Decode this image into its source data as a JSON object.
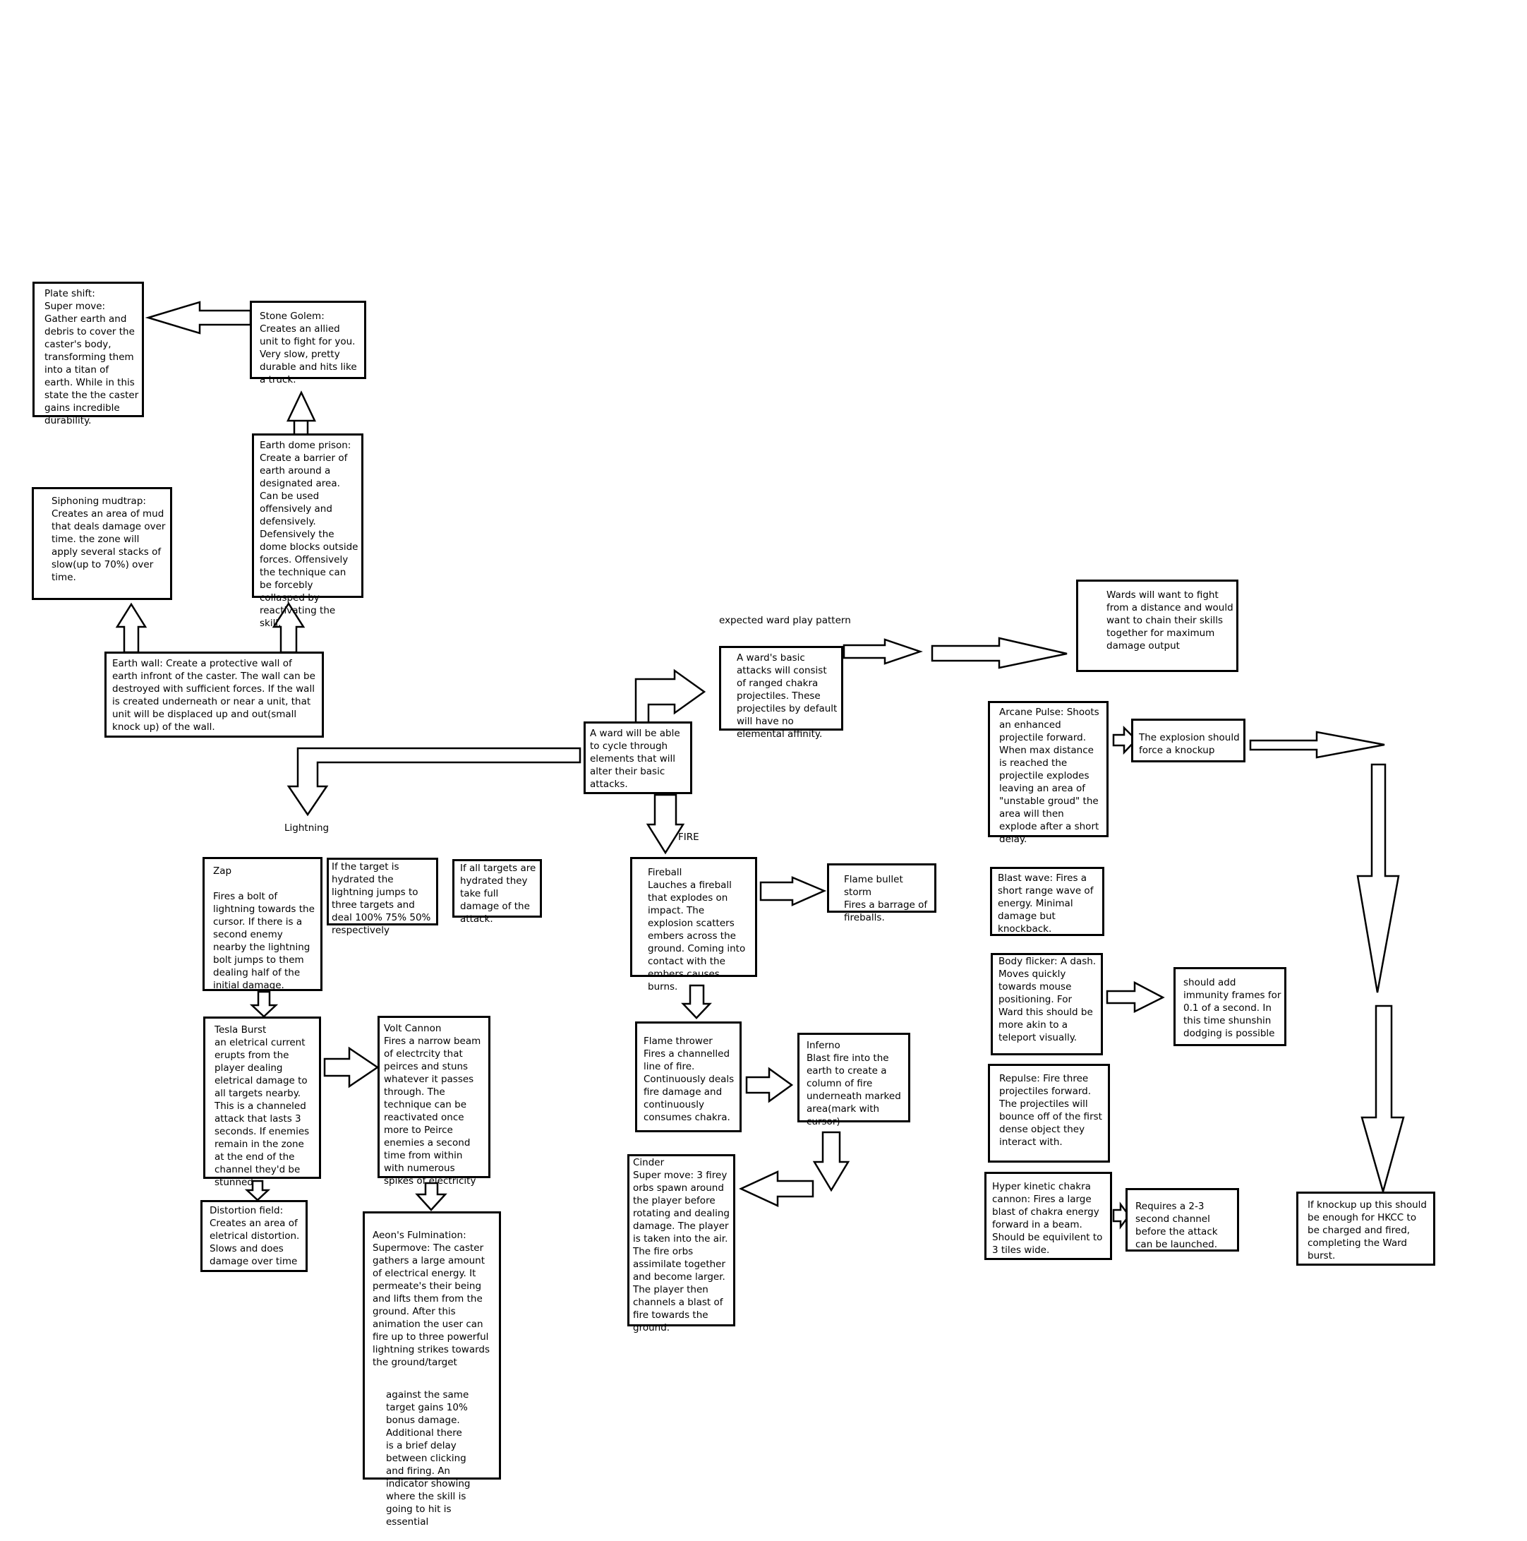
{
  "earth": {
    "plate_shift": "Plate shift:\nSuper move: Gather earth and debris to cover the caster's body, transforming them into a titan of earth. While in this state the the caster gains incredible durability.",
    "stone_golem": "Stone Golem:\nCreates an allied unit to fight for you. Very slow, pretty durable and hits like a truck.",
    "earth_dome_prison": "Earth dome prison:\nCreate a barrier of earth around a designated area. Can be used offensively and defensively. Defensively the dome blocks outside forces. Offensively the technique can be forcebly collasped by reactivating the skill.",
    "siphoning_mudtrap": "Siphoning mudtrap:\nCreates an area of mud that deals damage over time. the zone will apply several stacks of slow(up to 70%) over time.",
    "earth_wall": "Earth wall: Create a protective wall of earth infront of the caster. The wall can be destroyed with sufficient forces. If the wall is created underneath or near a unit, that unit will be displaced up and out(small knock up) of the wall."
  },
  "center": {
    "ward_cycle": "A ward will be able to cycle through elements that will alter their  basic attacks.",
    "expected_pattern_label": "expected ward play pattern",
    "basic_attacks": "A ward's basic attacks will consist of ranged chakra projectiles. These projectiles by default will have no elemental affinity.",
    "wards_distance": "Wards will want to fight from a distance and would want to chain their skills together for maximum damage output"
  },
  "lightning": {
    "label": "Lightning",
    "zap": "Zap\n\nFires a bolt of lightning towards the cursor. If there is a second enemy nearby the lightning bolt jumps to them dealing half of the initial damage.",
    "hydrated_note": "If the target is hydrated the lightning jumps to three targets and deal 100% 75% 50% respectively",
    "all_hydrated_note": "If all targets are hydrated they take full damage of the attack.",
    "tesla_burst": "Tesla Burst\nan eletrical current erupts from the player dealing eletrical damage to all targets nearby. This is a channeled attack that lasts 3 seconds. If enemies remain in the zone at the end of the channel they'd be stunned",
    "volt_cannon": "Volt Cannon\nFires a narrow beam of electrcity that peirces and stuns whatever it passes through. The technique can be reactivated once more to Peirce enemies a second time from within with numerous spikes of electricity",
    "distortion_field": "Distortion field:\nCreates an area of eletrical distortion. Slows and does damage over time",
    "aeons_fulmination": "Aeon's Fulmination:\nSupermove: The caster gathers a large amount of electrical energy. It permeate's their being and lifts them from the ground. After this animation the user can fire up to three powerful lightning strikes towards the ground/target",
    "aeons_fulmination_cont": "against the same target gains 10% bonus damage. Additional there is a brief delay between clicking and firing. An indicator showing where the skill is going to hit is essential"
  },
  "fire": {
    "label": "FIRE",
    "fireball": "Fireball\nLauches a fireball that explodes on impact. The explosion scatters embers across the ground. Coming into contact with the embers causes burns.",
    "flame_bullet_storm": "Flame bullet storm\nFires a barrage of fireballs.",
    "flame_thrower": "Flame thrower\nFires a  channelled line of fire. Continuously deals fire damage and continuously consumes chakra.",
    "inferno": "Inferno\nBlast fire into the earth to create a column of fire underneath marked area(mark with cursor)",
    "cinder": "Cinder\nSuper move: 3 firey orbs spawn around the player before rotating and dealing damage. The player is taken into the air. The fire orbs  assimilate together and become larger. The player then channels a  blast of fire towards the ground."
  },
  "arcane": {
    "arcane_pulse": "Arcane Pulse: Shoots an enhanced projectile forward. When max distance is reached the projectile explodes leaving an area of \"unstable groud\" the area will then explode after a short delay.",
    "explosion_knockup": "The explosion should force a knockup",
    "blast_wave": "Blast wave: Fires a short range wave of energy.  Minimal damage but knockback.",
    "body_flicker": "Body flicker: A dash. Moves quickly towards mouse positioning. For Ward this should be more akin to a teleport visually.",
    "immunity_frames": "should add immunity frames for 0.1 of a second. In this time shunshin dodging is possible",
    "repulse": "Repulse: Fire three projectiles  forward. The projectiles will bounce off of the first dense object they interact with.",
    "hkcc": "Hyper kinetic chakra cannon: Fires a large blast of chakra energy forward in a beam. Should be equivilent to 3 tiles wide.",
    "channel_note": "Requires a 2-3 second channel before the attack can be launched.",
    "knockup_note": "If knockup up this should be enough for HKCC to be charged and fired, completing the Ward burst."
  }
}
